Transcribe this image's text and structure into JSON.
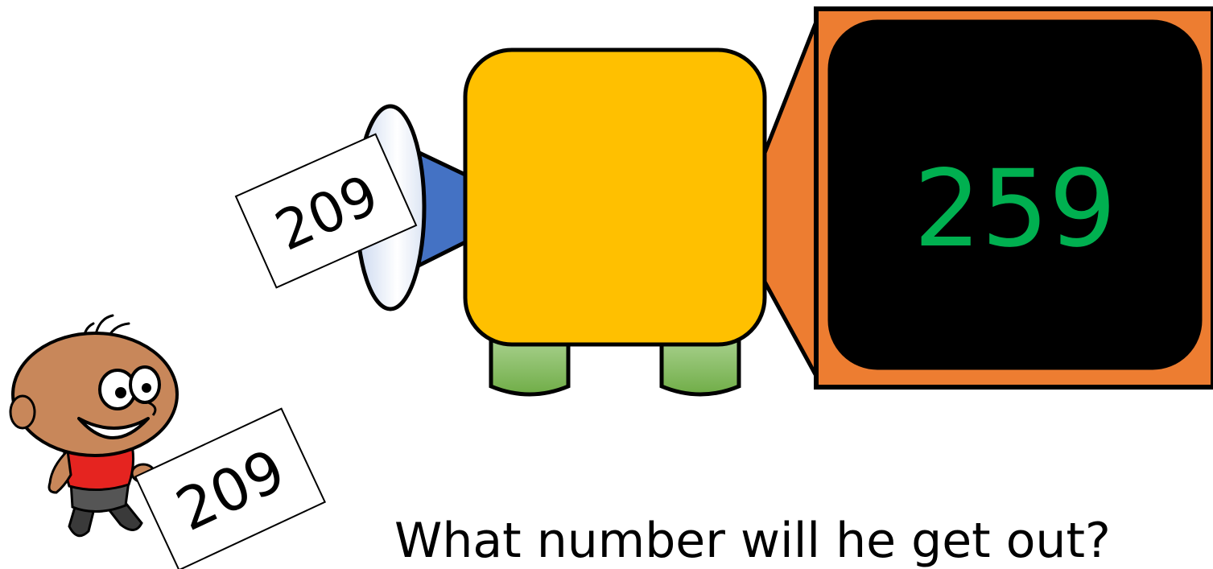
{
  "machine": {
    "input_card_number": "209",
    "display_number": "259",
    "display_color": "#00b050",
    "body_color": "#ffc000",
    "screen_frame_color": "#ed7d31",
    "screen_color": "#000000",
    "funnel_color": "#4472c4",
    "legs_color": "#8fc46a"
  },
  "boy": {
    "card_number": "209",
    "shirt_color": "#e52420",
    "skin_color": "#c8875a"
  },
  "question": {
    "text": "What number will he get out?"
  }
}
